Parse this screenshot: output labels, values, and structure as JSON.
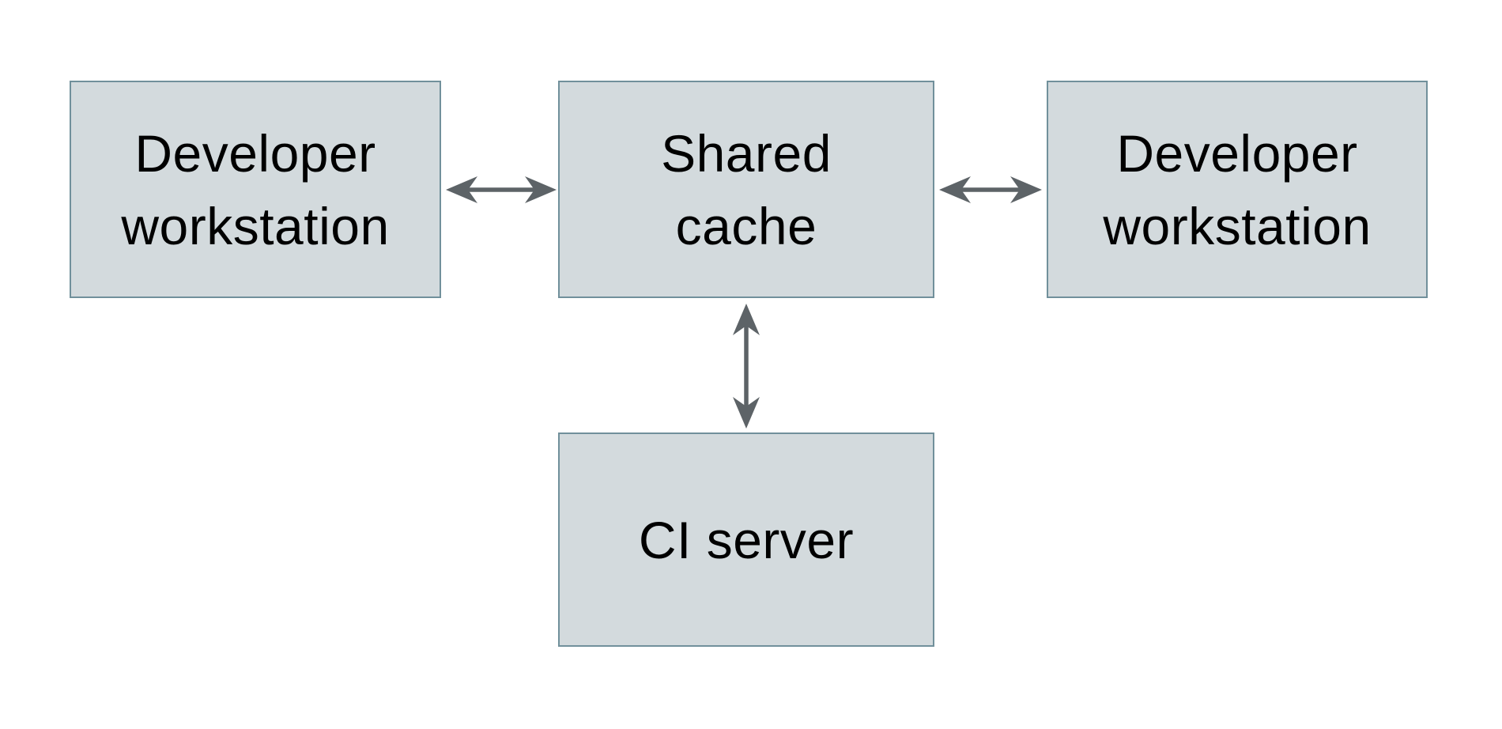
{
  "diagram": {
    "type": "architecture-diagram",
    "colors": {
      "canvas_bg": "#ffffff",
      "node_fill": "#d3dadd",
      "node_border": "#71909b",
      "arrow": "#5d6367",
      "text": "#000000"
    },
    "nodes": [
      {
        "id": "developer-workstation-left",
        "label": "Developer\nworkstation"
      },
      {
        "id": "shared-cache",
        "label": "Shared\ncache"
      },
      {
        "id": "developer-workstation-right",
        "label": "Developer\nworkstation"
      },
      {
        "id": "ci-server",
        "label": "CI server"
      }
    ],
    "edges": [
      {
        "from": "developer-workstation-left",
        "to": "shared-cache",
        "direction": "bidirectional",
        "orientation": "horizontal"
      },
      {
        "from": "shared-cache",
        "to": "developer-workstation-right",
        "direction": "bidirectional",
        "orientation": "horizontal"
      },
      {
        "from": "shared-cache",
        "to": "ci-server",
        "direction": "bidirectional",
        "orientation": "vertical"
      }
    ]
  }
}
